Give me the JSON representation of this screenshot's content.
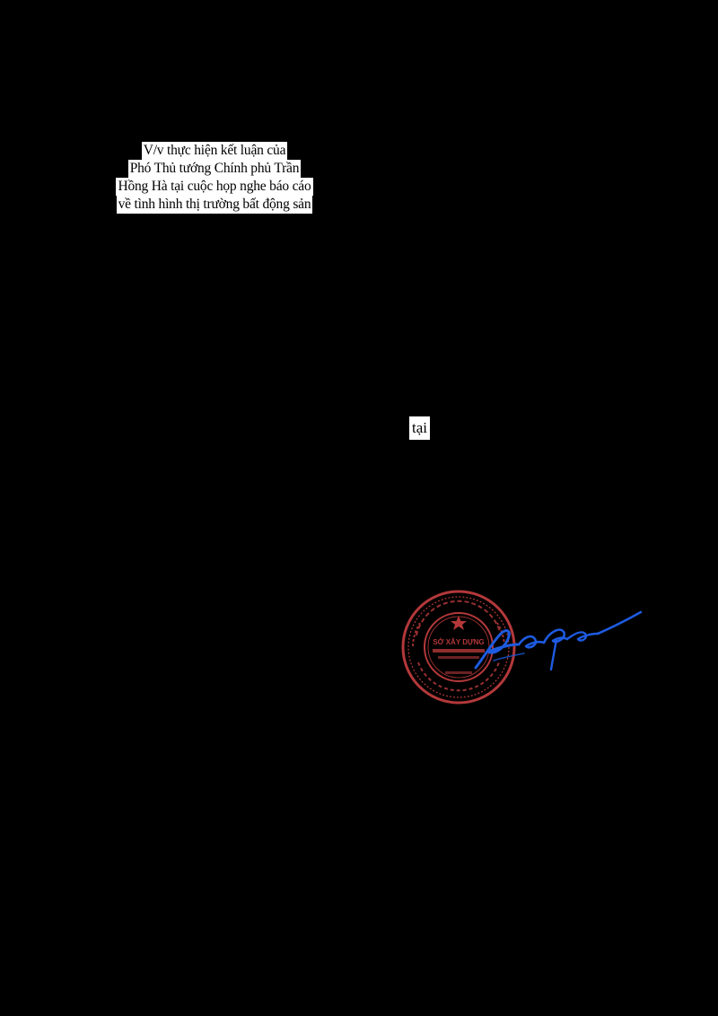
{
  "document": {
    "subject_lines": [
      "V/v thực hiện kết luận của",
      "Phó Thủ tướng Chính phủ Trần",
      "Hồng Hà tại cuộc họp nghe báo cáo",
      "về tình hình thị trường bất động sản"
    ],
    "body_fragment": "tại"
  },
  "seal": {
    "color": "#b3383a",
    "center_text": "SỞ XÂY DỰNG"
  },
  "signature": {
    "color": "#1d5be0"
  }
}
